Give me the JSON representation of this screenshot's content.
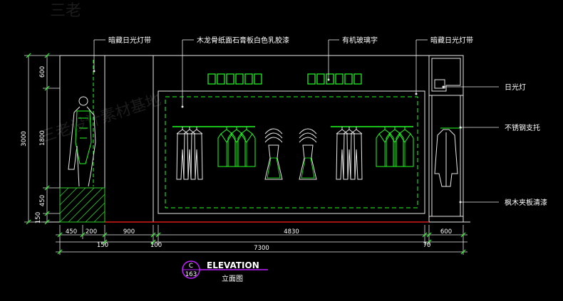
{
  "colors": {
    "background": "#000000",
    "lines": "#e8e8e8",
    "green": "#22ff22",
    "dim_green": "#2fd02f",
    "red": "#ff2020",
    "magenta": "#c020ff",
    "watermark": "#1c1c1c"
  },
  "watermark": {
    "top": "三老",
    "middle": "三老设计素材基地"
  },
  "annotations": {
    "light_strip_left": "暗藏日光灯带",
    "gypsum_board": "木龙骨纸面石膏板白色乳胶漆",
    "acrylic_letters": "有机玻璃字",
    "light_strip_right": "暗藏日光灯带",
    "fluorescent_lamp": "日光灯",
    "stainless_bracket": "不锈钢支托",
    "maple_plywood": "枫木夹板清漆"
  },
  "vertical_dimensions": {
    "total": "3000",
    "segments": [
      "600",
      "1800",
      "450",
      "150"
    ]
  },
  "horizontal_dimensions": {
    "row1": [
      "450",
      "200",
      "900",
      "4830",
      "600"
    ],
    "row2": [
      "150",
      "100",
      "70"
    ],
    "total": "7300"
  },
  "title_block": {
    "section": "C",
    "sheet": "163",
    "title": "ELEVATION",
    "subtitle": "立面图"
  }
}
